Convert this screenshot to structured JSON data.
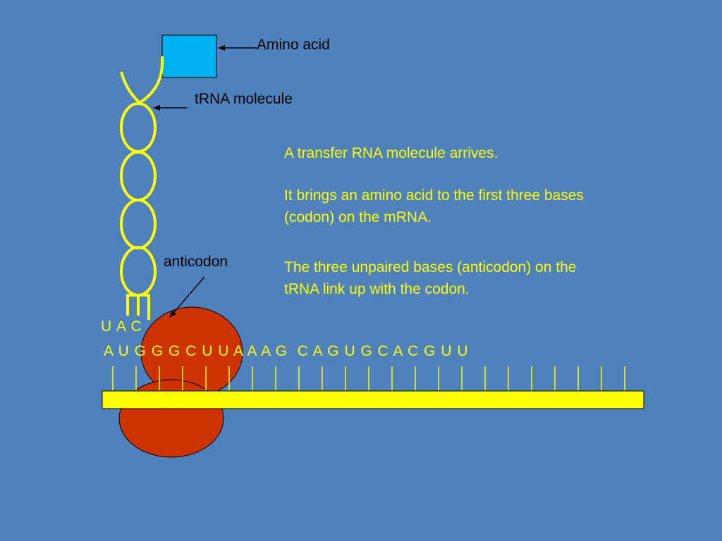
{
  "labels": {
    "amino_acid": "Amino acid",
    "trna_molecule": "tRNA molecule",
    "anticodon": "anticodon"
  },
  "explanation": {
    "p1": "A transfer RNA molecule arrives.",
    "p2_line1": "It brings an amino acid to the first three bases",
    "p2_line2": "(codon) on the mRNA.",
    "p3_line1": "The three unpaired bases (anticodon) on the",
    "p3_line2": "tRNA link up with the codon."
  },
  "sequences": {
    "anticodon": "U A C",
    "mrna": "A U G G G C U U A A A G  C A G U G C A C G U U"
  },
  "colors": {
    "background": "#4f81bd",
    "amino_acid": "#00b0f0",
    "trna": "#ffff00",
    "mrna_strand": "#ffff00",
    "ribosome": "#cc3300",
    "text_highlight": "#ffff00"
  }
}
